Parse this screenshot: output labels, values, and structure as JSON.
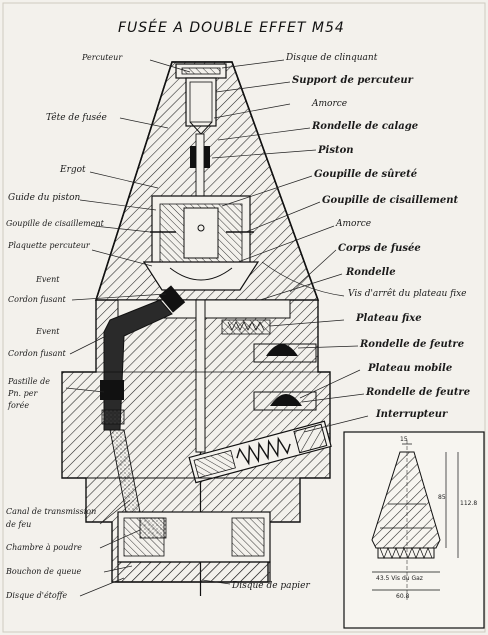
{
  "title": "FUSÉE A DOUBLE EFFET M54",
  "labels_right": [
    "Disque de clinquant",
    "Support de percuteur",
    "Amorce",
    "Rondelle de calage",
    "Piston",
    "Goupille de sûreté",
    "Goupille de cisaillement",
    "Amorce",
    "Corps de fusée",
    "Rondelle",
    "Vis d'arrêt du plateau fixe",
    "Plateau fixe",
    "Rondelle de feutre",
    "Plateau mobile",
    "Rondelle de feutre",
    "Interrupteur"
  ],
  "labels_left": [
    "Percuteur",
    "Tête de fusée",
    "Ergot",
    "Guide du piston",
    "Goupille de cisaillement",
    "Plaquette percuteur",
    "Event",
    "Cordon fusant",
    "Event",
    "Cordon fusant",
    "Pastille de Pn. per forée",
    "Canal de transmission de feu",
    "Chambre à poudre",
    "Bouchon de queue",
    "Disque d'étoffe"
  ],
  "label_bottom": "Disque de papier",
  "inset": {
    "dimensions": [
      "15",
      "85",
      "112.8",
      "43.5 Vis du Gaz",
      "60.8"
    ]
  }
}
